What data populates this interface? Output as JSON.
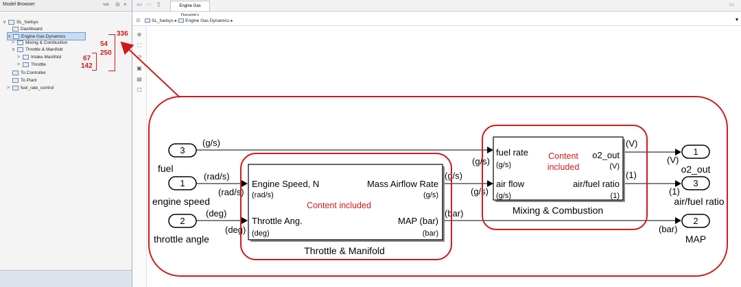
{
  "browser": {
    "title": "Model Browser",
    "tree": [
      {
        "label": "SL_fuelsys",
        "chev": "∨"
      },
      {
        "label": "Dashboard",
        "chev": ""
      },
      {
        "label": "Engine Gas Dynamics",
        "chev": "∨"
      },
      {
        "label": "Mixing & Combustion",
        "chev": ">"
      },
      {
        "label": "Throttle & Manifold",
        "chev": "∨"
      },
      {
        "label": "Intake Manifold",
        "chev": ">"
      },
      {
        "label": "Throttle",
        "chev": ">"
      },
      {
        "label": "To Controller",
        "chev": ""
      },
      {
        "label": "To Plant",
        "chev": ""
      },
      {
        "label": "fuel_rate_control",
        "chev": ">"
      }
    ],
    "counts": {
      "total": "336",
      "mixing": "54",
      "throttle_manifold": "250",
      "intake": "67",
      "throttle": "142"
    }
  },
  "toolbar": {
    "tab_label": "Engine Gas Dynamics"
  },
  "address": {
    "crumb1": "SL_fuelsys",
    "crumb2": "Engine Gas Dynamics"
  },
  "diagram": {
    "inports": [
      {
        "num": "3",
        "name": "fuel",
        "signal": "(g/s)"
      },
      {
        "num": "1",
        "name": "engine speed",
        "signal": "(rad/s)"
      },
      {
        "num": "2",
        "name": "throttle angle",
        "signal": "(deg)"
      }
    ],
    "throttle_block": {
      "title": "Throttle & Manifold",
      "in1": "Engine Speed, N",
      "in1_unit": "(rad/s)",
      "in2": "Throttle Ang.",
      "in2_unit": "(deg)",
      "out1": "Mass Airflow Rate",
      "out1_unit": "(g/s)",
      "out2": "MAP (bar)",
      "out2_unit": "(bar)",
      "content": "Content included",
      "sig_in1": "(rad/s)",
      "sig_in2": "(deg)",
      "sig_out1": "(g/s)",
      "sig_out2": "(bar)"
    },
    "mixing_block": {
      "title": "Mixing & Combustion",
      "in1": "fuel rate",
      "in1_unit": "(g/s)",
      "in2": "air flow",
      "in2_unit": "(g/s)",
      "out1": "o2_out",
      "out1_unit": "(V)",
      "out2": "air/fuel ratio",
      "out2_unit": "(1)",
      "content1": "Content",
      "content2": "included",
      "sig_in1": "(g/s)",
      "sig_in2": "(g/s)",
      "sig_out1": "(V)",
      "sig_out2": "(1)"
    },
    "outports": [
      {
        "num": "1",
        "name": "o2_out",
        "signal": "(V)"
      },
      {
        "num": "3",
        "name": "air/fuel ratio",
        "signal": "(1)"
      },
      {
        "num": "2",
        "name": "MAP",
        "signal": "(bar)"
      }
    ]
  },
  "colors": {
    "highlight": "#d21919",
    "selection": "#c9dcf2"
  }
}
